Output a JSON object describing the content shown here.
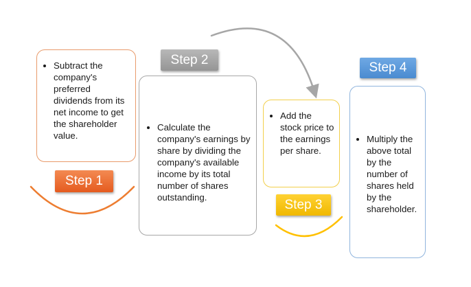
{
  "steps": [
    {
      "label": "Step 1",
      "text": "Subtract the company's preferred dividends from its net income to get the shareholder value.",
      "color": "#ed7d31"
    },
    {
      "label": "Step 2",
      "text": "Calculate the company's earnings by share by dividing the company's available income by its total number of shares outstanding.",
      "color": "#a5a5a5"
    },
    {
      "label": "Step 3",
      "text": "Add the stock price to the earnings per share.",
      "color": "#ffc000"
    },
    {
      "label": "Step 4",
      "text": "Multiply the above total by the number of shares held by the shareholder.",
      "color": "#5b9bd5"
    }
  ]
}
